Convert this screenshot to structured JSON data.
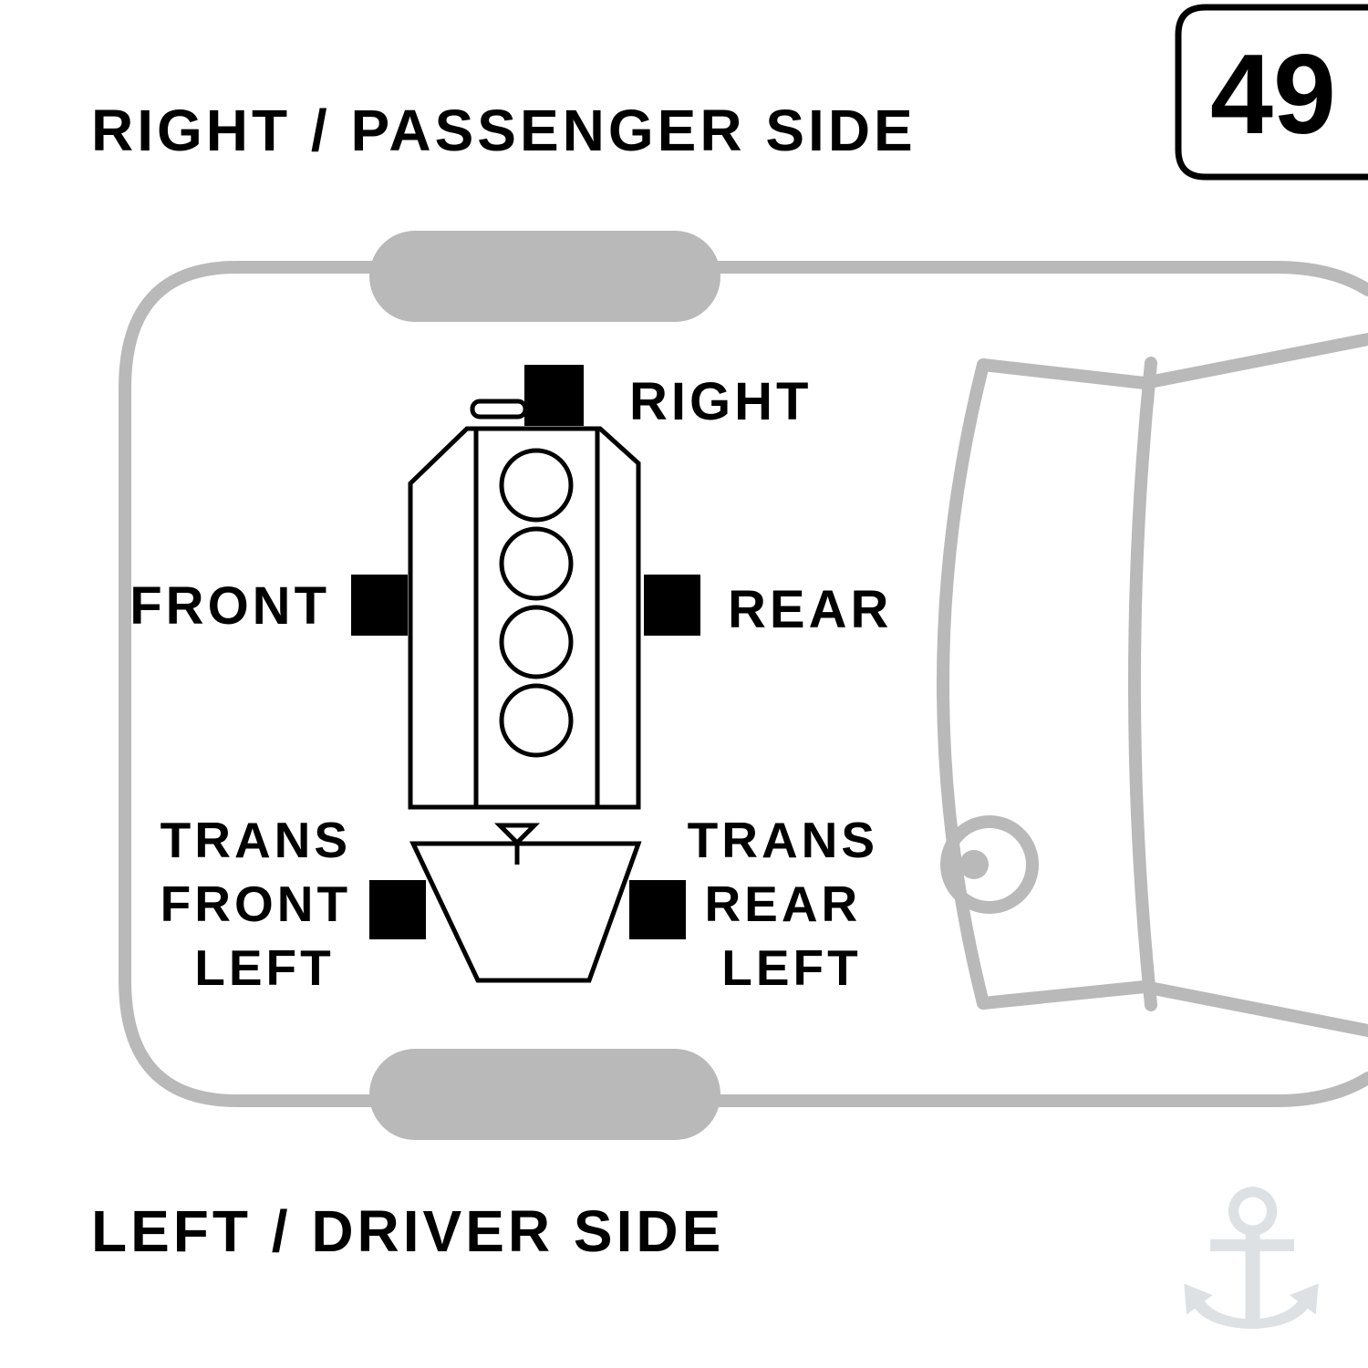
{
  "badge": {
    "number": "49"
  },
  "labels": {
    "top_side": "RIGHT / PASSENGER SIDE",
    "bottom_side": "LEFT / DRIVER SIDE",
    "mount_right": "RIGHT",
    "mount_front": "FRONT",
    "mount_rear": "REAR",
    "trans_front_left": [
      "TRANS",
      "FRONT",
      "LEFT"
    ],
    "trans_rear_left": [
      "TRANS",
      "REAR",
      "LEFT"
    ]
  },
  "colors": {
    "car_outline": "#b9b9b9",
    "mount_fill": "#000000",
    "diagram_stroke": "#000000",
    "watermark": "#dde1e4"
  },
  "icons": {
    "watermark_glyph": "⚓"
  }
}
